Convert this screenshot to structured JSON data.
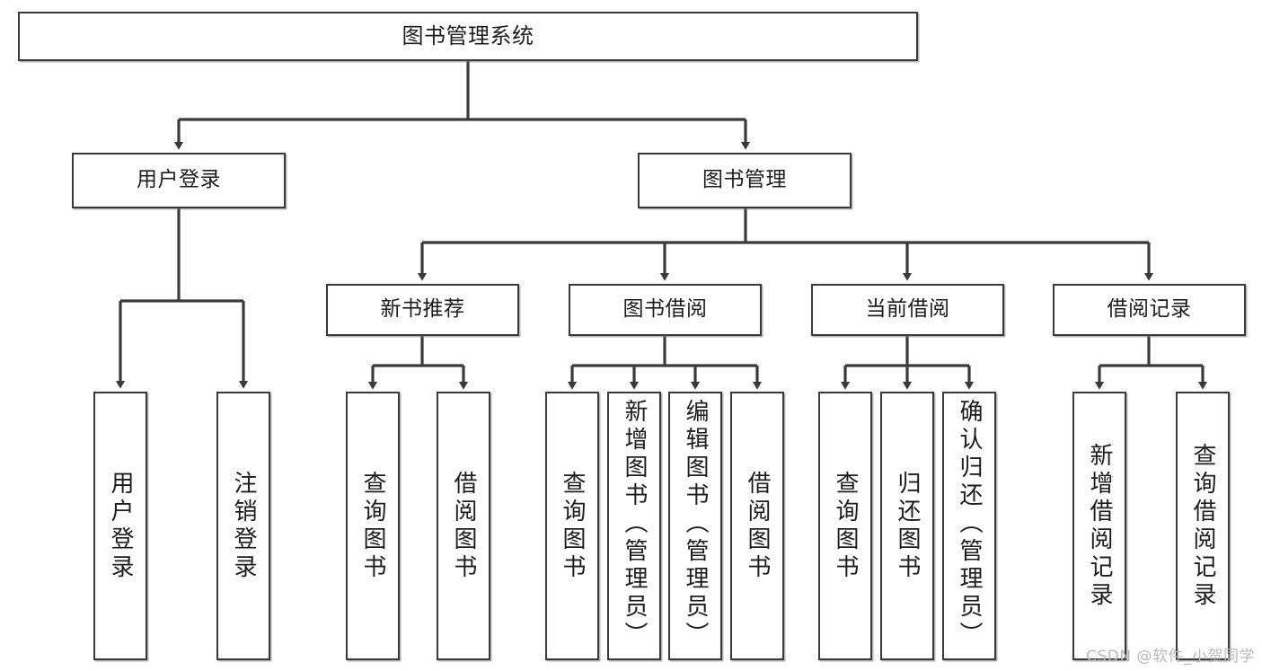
{
  "diagram": {
    "title": "图书管理系统",
    "type": "tree",
    "watermark": "CSDN @软件_小贺同学",
    "line_color": "#3a3a3a",
    "box_fill": "#ffffff",
    "text_color": "#1d1d1d"
  },
  "nodes": {
    "root": {
      "label": "图书管理系统"
    },
    "tier2": [
      {
        "id": "user-login",
        "label": "用户登录"
      },
      {
        "id": "book-manage",
        "label": "图书管理"
      }
    ],
    "tier3": [
      {
        "id": "new-book-recommend",
        "label": "新书推荐"
      },
      {
        "id": "book-borrow",
        "label": "图书借阅"
      },
      {
        "id": "current-borrow",
        "label": "当前借阅"
      },
      {
        "id": "borrow-record",
        "label": "借阅记录"
      }
    ],
    "leaves": {
      "user_login": [
        {
          "id": "leaf-user-login",
          "label": "用户登录"
        },
        {
          "id": "leaf-logout-login",
          "label": "注销登录"
        }
      ],
      "new_book_recommend": [
        {
          "id": "leaf-query-book-1",
          "label": "查询图书"
        },
        {
          "id": "leaf-borrow-book-1",
          "label": "借阅图书"
        }
      ],
      "book_borrow": [
        {
          "id": "leaf-query-book-2",
          "label": "查询图书"
        },
        {
          "id": "leaf-add-book",
          "label": "新增图书（管理员）"
        },
        {
          "id": "leaf-edit-book",
          "label": "编辑图书（管理员）"
        },
        {
          "id": "leaf-borrow-book-2",
          "label": "借阅图书"
        }
      ],
      "current_borrow": [
        {
          "id": "leaf-query-book-3",
          "label": "查询图书"
        },
        {
          "id": "leaf-return-book",
          "label": "归还图书"
        },
        {
          "id": "leaf-confirm-return",
          "label": "确认归还（管理员）"
        }
      ],
      "borrow_record": [
        {
          "id": "leaf-add-record",
          "label": "新增借阅记录"
        },
        {
          "id": "leaf-query-record",
          "label": "查询借阅记录"
        }
      ]
    }
  }
}
